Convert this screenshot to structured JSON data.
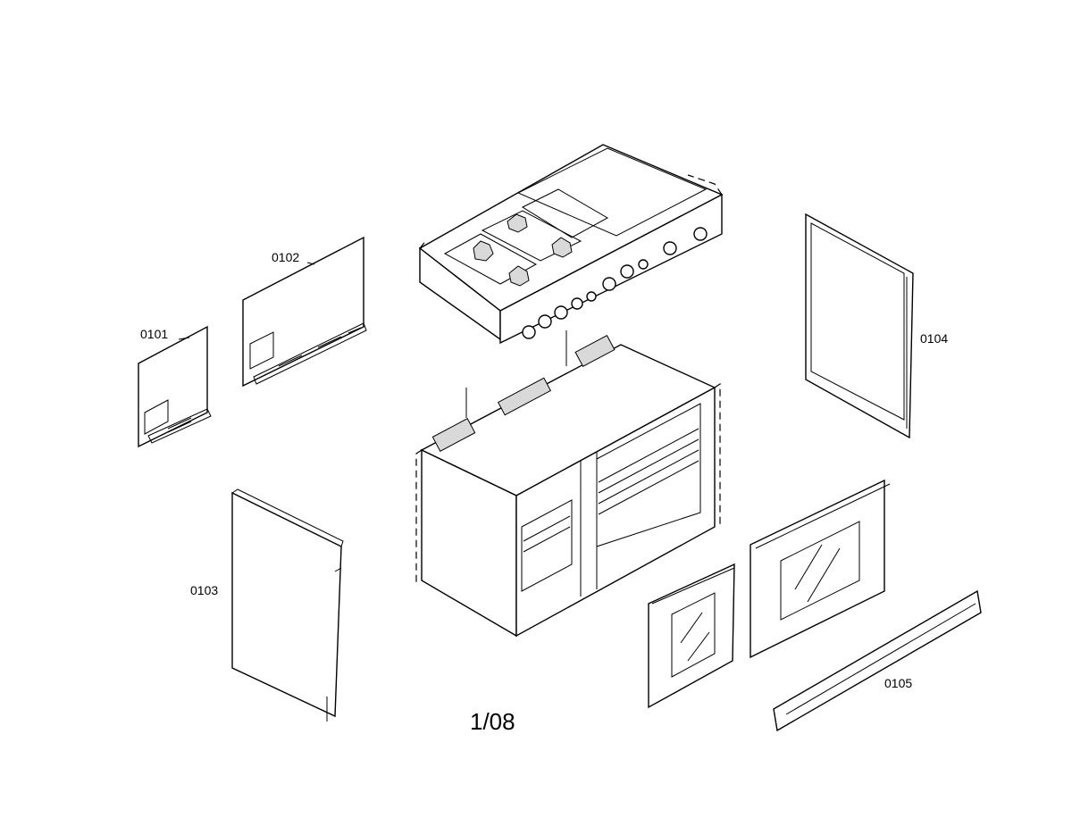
{
  "diagram": {
    "labels": {
      "p0101": "0101",
      "p0102": "0102",
      "p0103": "0103",
      "p0104": "0104",
      "p0105": "0105"
    },
    "page_number": "1/08"
  },
  "colors": {
    "line": "#000000",
    "background": "#ffffff"
  }
}
